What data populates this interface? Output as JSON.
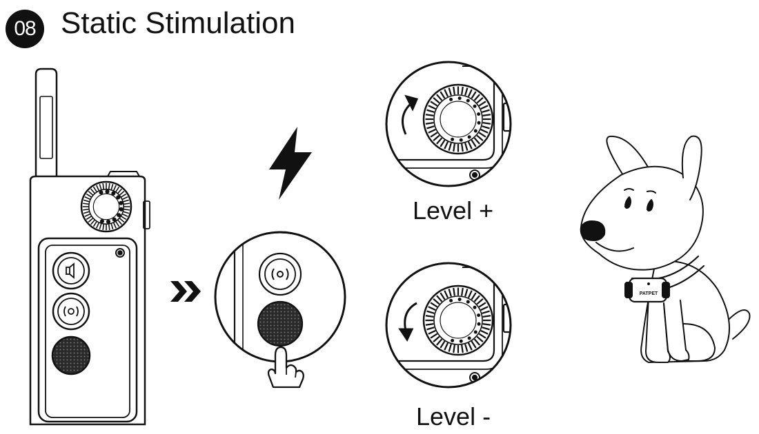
{
  "header": {
    "step_number": "08",
    "title": "Static Stimulation"
  },
  "labels": {
    "level_up": "Level +",
    "level_down": "Level -"
  },
  "collar": {
    "brand": "PATPET"
  },
  "icons": {
    "arrow": "double-chevron-right-icon",
    "bolt": "lightning-bolt-icon",
    "speaker": "speaker-icon",
    "vibrate": "vibration-icon",
    "finger": "pointing-hand-icon",
    "rotate_cw": "rotate-clockwise-arrow-icon",
    "rotate_ccw": "rotate-counterclockwise-arrow-icon"
  },
  "colors": {
    "ink": "#111111",
    "background": "#ffffff"
  }
}
